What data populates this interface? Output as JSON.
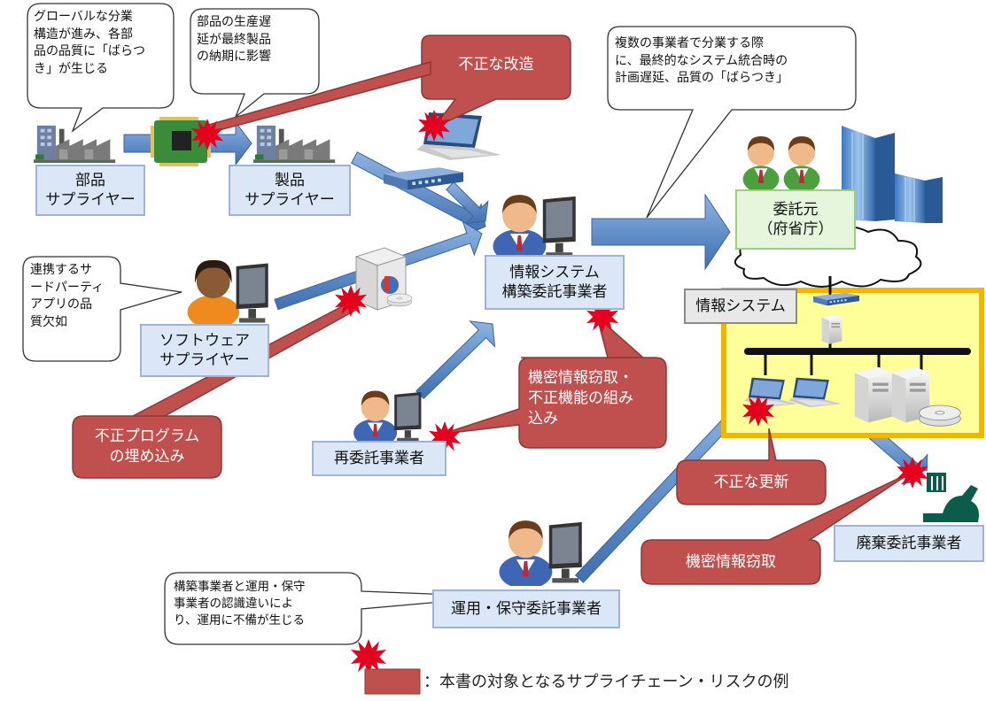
{
  "entities": {
    "parts_supplier": "部品\nサプライヤー",
    "product_supplier": "製品\nサプライヤー",
    "builder": "情報システム\n構築委託事業者",
    "client": "委託元\n（府省庁）",
    "software_supplier": "ソフトウェア\nサプライヤー",
    "subcontractor": "再委託事業者",
    "operator": "運用・保守委託事業者",
    "disposal": "廃棄委託事業者",
    "info_system": "情報システム"
  },
  "speech_bubbles": {
    "global": "グローバルな分業\n構造が進み、各部\n品の品質に「ばらつ\nき」が生じる",
    "delay": "部品の生産遅\n延が最終製品\nの納期に影響",
    "multi_vendor": "複数の事業者で分業する際\nに、最終的なシステム統合時の\n計画遅延、品質の「ばらつき」",
    "third_party": "連携するサ\nードパーティ\nアプリの品\n質欠如",
    "misunderstanding": "構築事業者と運用・保守\n事業者の認識違いによ\nり、運用に不備が生じる"
  },
  "risks": {
    "tampering": "不正な改造",
    "malicious_program": "不正プログラム\nの埋め込み",
    "theft_embed": "機密情報窃取・\n不正機能の組み\n込み",
    "illegal_update": "不正な更新",
    "theft": "機密情報窃取"
  },
  "legend": {
    "text": "：本書の対象となるサプライチェーン・リスクの例"
  },
  "colors": {
    "risk": "#c0504d",
    "risk_border": "#8c3836",
    "arrow": "#4f81bd",
    "starburst": "#e5001e",
    "system_fill": "#ffff99",
    "system_border": "#f2b600"
  },
  "icons": {
    "factory": "factory-icon",
    "chip": "chip-icon",
    "person": "person-at-computer-icon",
    "router": "router-icon",
    "laptop": "laptop-icon",
    "server": "server-icon",
    "cloud": "cloud-icon",
    "building": "building-icon",
    "software": "software-package-icon",
    "disk": "disk-icon",
    "trash": "disposal-icon",
    "starburst": "starburst-icon"
  }
}
